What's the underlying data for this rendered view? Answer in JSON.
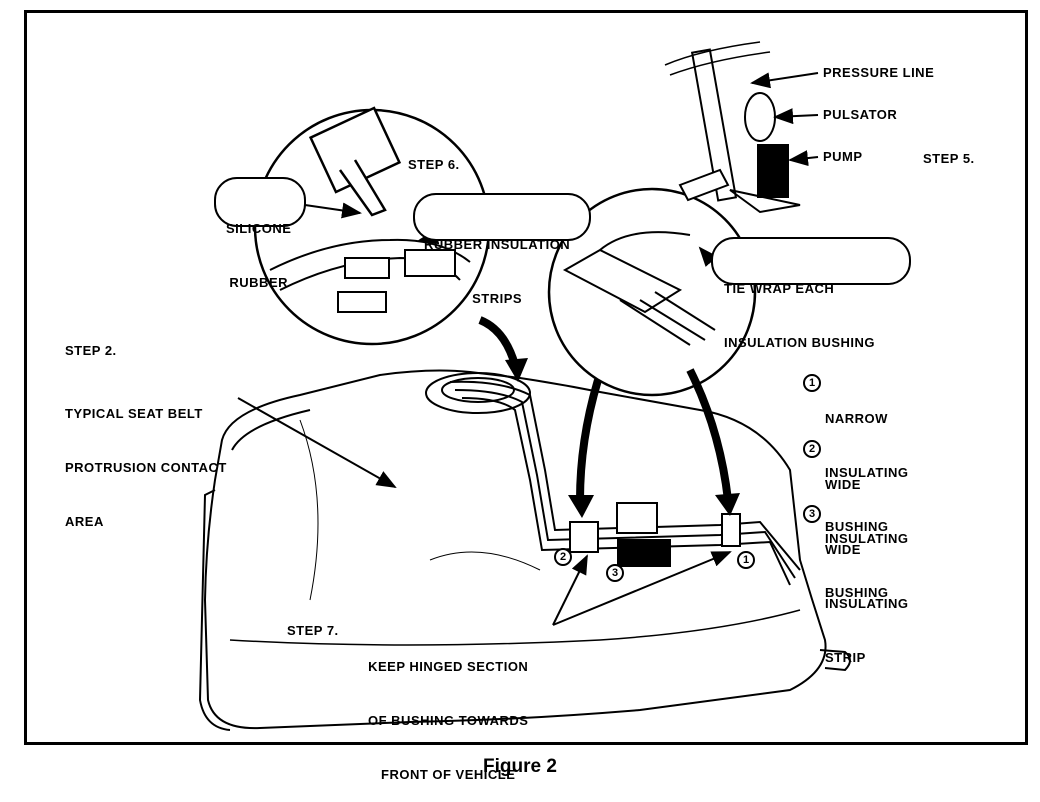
{
  "figure": {
    "caption": "Figure 2"
  },
  "labels": {
    "pressure_line": "PRESSURE LINE",
    "pulsator": "PULSATOR",
    "pump": "PUMP",
    "step5": "STEP 5.",
    "step6": "STEP 6.",
    "silicone_rubber": [
      "SILICONE",
      "RUBBER"
    ],
    "rubber_strips": [
      "RUBBER INSULATION",
      "STRIPS"
    ],
    "tie_wrap": [
      "TIE WRAP EACH",
      "INSULATION BUSHING"
    ],
    "step2": "STEP 2.",
    "seat_belt": [
      "TYPICAL SEAT BELT",
      "PROTRUSION CONTACT",
      "AREA"
    ],
    "step7": "STEP 7.",
    "keep_hinged": [
      "KEEP HINGED SECTION",
      "OF BUSHING TOWARDS",
      "FRONT OF VEHICLE"
    ]
  },
  "legend": [
    {
      "number": "1",
      "lines": [
        "NARROW",
        "INSULATING",
        "BUSHING"
      ]
    },
    {
      "number": "2",
      "lines": [
        "WIDE",
        "INSULATING",
        "BUSHING"
      ]
    },
    {
      "number": "3",
      "lines": [
        "WIDE",
        "INSULATING",
        "STRIP"
      ]
    }
  ],
  "callout_numbers": {
    "left_bushing": "2",
    "strip": "3",
    "right_bushing": "1"
  }
}
